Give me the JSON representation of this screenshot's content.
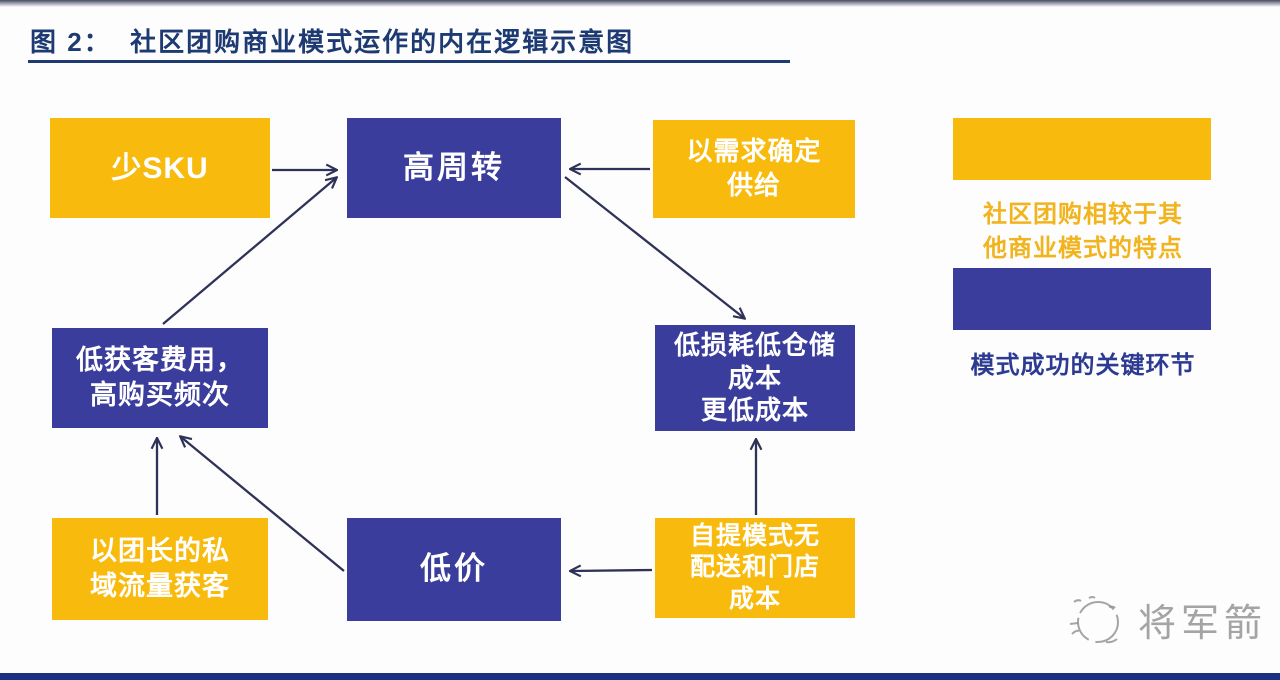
{
  "title": "图 2：  社区团购商业模式运作的内在逻辑示意图",
  "colors": {
    "yellow": "#F8BA0D",
    "blue": "#3A3D9B",
    "navy": "#1D3A72",
    "navy_bar": "#1C3080",
    "arrow": "#2E3257",
    "gold_text": "#F2B41E",
    "navy_text": "#2C3A92",
    "watermark": "#8F8F8F"
  },
  "nodes": {
    "sku": {
      "label": "少SKU"
    },
    "turnover": {
      "label": "高周转"
    },
    "demand": {
      "label": "以需求确定\n供给"
    },
    "acquisition": {
      "label": "低获客费用，\n高购买频次"
    },
    "loss": {
      "label": "低损耗低仓储\n成本\n更低成本"
    },
    "leader": {
      "label": "以团长的私\n域流量获客"
    },
    "price": {
      "label": "低价"
    },
    "pickup": {
      "label": "自提模式无\n配送和门店\n成本"
    }
  },
  "legend": {
    "items": [
      {
        "swatch": "yellow",
        "label": "社区团购相较于其\n他商业模式的特点"
      },
      {
        "swatch": "blue",
        "label": "模式成功的关键环节"
      }
    ]
  },
  "watermark": {
    "text": "将军箭"
  }
}
